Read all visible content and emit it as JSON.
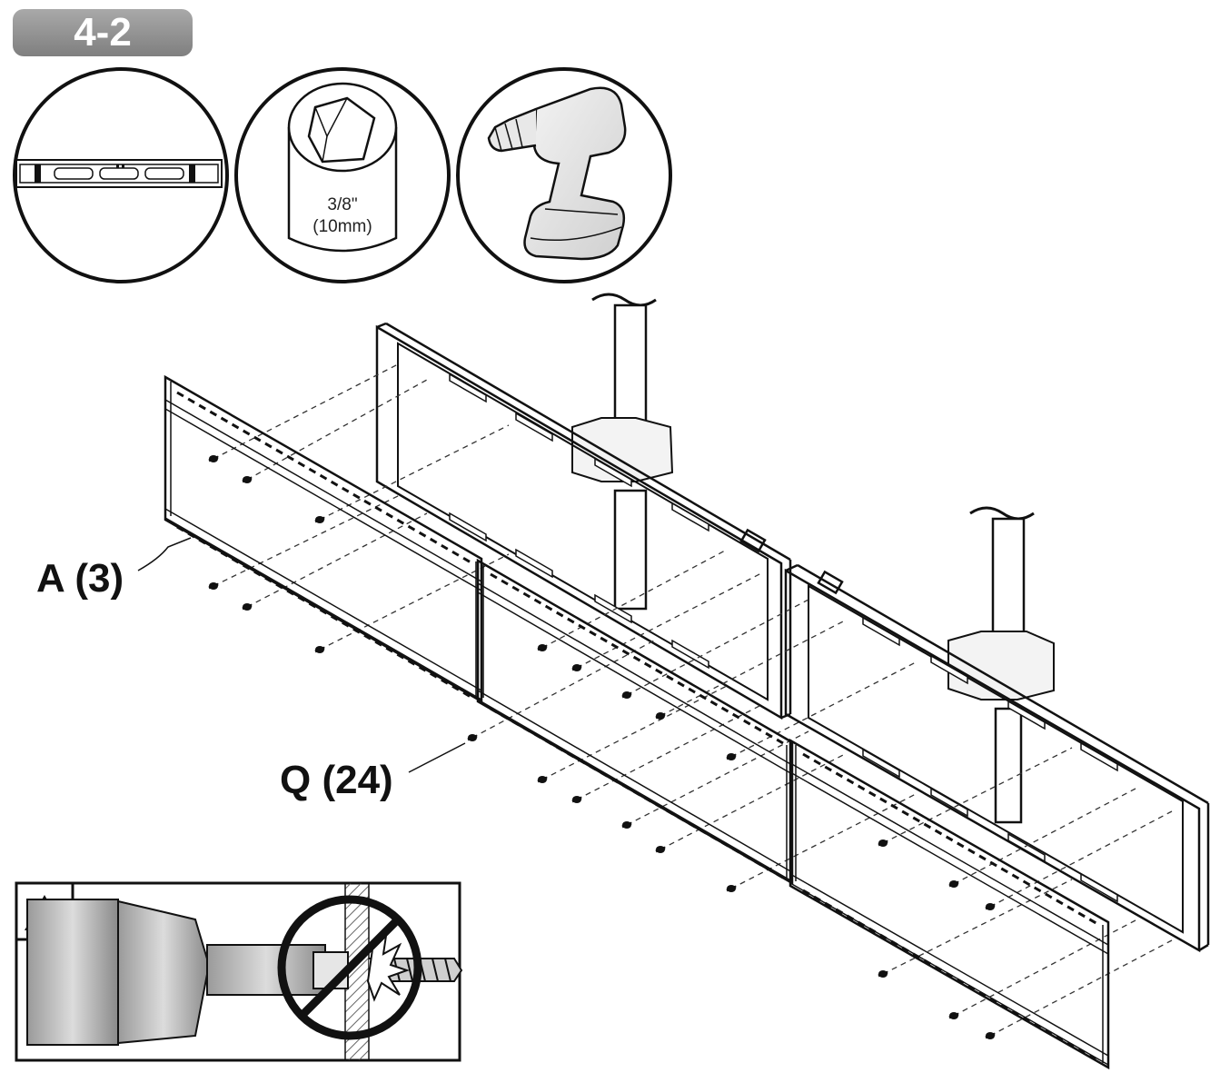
{
  "step": {
    "label": "4-2"
  },
  "tools": {
    "level": {
      "icon": "level-icon"
    },
    "socket": {
      "icon": "socket-icon",
      "size_line1": "3/8\"",
      "size_line2": "(10mm)"
    },
    "drill": {
      "icon": "drill-icon"
    }
  },
  "parts": {
    "a": {
      "label": "A (3)"
    },
    "q": {
      "label": "Q (24)"
    }
  },
  "warning": {
    "icon": "warning-icon",
    "prohibited": "no-overtighten-icon"
  },
  "colors": {
    "ink": "#111111",
    "badge": "#8f8f8f",
    "badge_text": "#ffffff"
  }
}
